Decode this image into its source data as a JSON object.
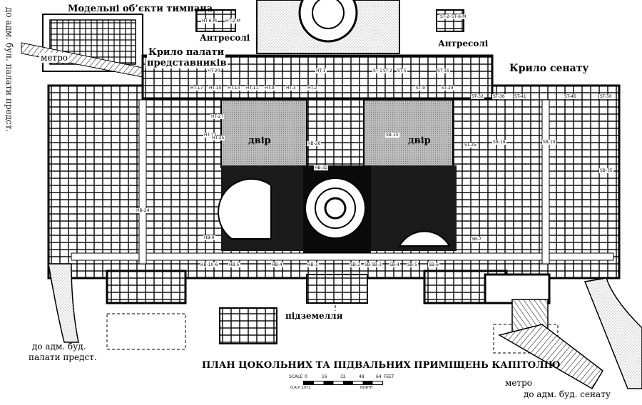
{
  "labels": {
    "tympanum_models": "Модельні об’єкти тимпана",
    "mezzanine_left": "Антресолі",
    "mezzanine_right": "Антресолі",
    "metro_top": "метро",
    "house_wing_line1": "Крило палати",
    "house_wing_line2": "представників",
    "senate_wing": "Крило сенату",
    "courtyard_left": "двір",
    "courtyard_right": "двір",
    "basement": "підземелля",
    "plan_title": "ПЛАН ЦОКОЛЬНИХ ТА ПІДВАЛЬНИХ ПРИМІЩЕНЬ КАПІТОЛІЮ",
    "to_house_office_line1": "до адм. буд.",
    "to_house_office_line2": "палати предст.",
    "metro_bottom": "метро",
    "to_senate_office": "до адм. буд. сенату",
    "side_note": "до адм. бул. палати предст."
  },
  "scale": {
    "word": "SCALE",
    "ticks": [
      "0",
      "16",
      "32",
      "48",
      "64"
    ],
    "unit": "FEET",
    "credit": "O.A.P. 1971",
    "north": "NORTH"
  },
  "room_codes_sample": [
    "HT-1",
    "HT-2",
    "HT-3",
    "HT-9",
    "HT-11",
    "HT-13",
    "HT-15",
    "HT-17",
    "HT-20",
    "HT-22",
    "HT-25",
    "HT-27",
    "ST-1",
    "ST-2",
    "ST-5",
    "ST-9",
    "ST-16",
    "ST-24",
    "ST-25",
    "ST-32",
    "ST-36",
    "ST-41",
    "ST-46",
    "ST-50",
    "HB-3",
    "HB-4",
    "HB-5",
    "HB-6",
    "HB-9",
    "HB-10",
    "HB-24",
    "HB-26",
    "HB-32",
    "SB-1",
    "SB-2",
    "SB-3",
    "SB-4",
    "SB-5",
    "SB-6",
    "SB-7",
    "SB-15",
    "SB-18",
    "SB-19",
    "SB-35",
    "HT-6-M",
    "HT-2-M",
    "ST-2-M",
    "ST-6-M"
  ]
}
